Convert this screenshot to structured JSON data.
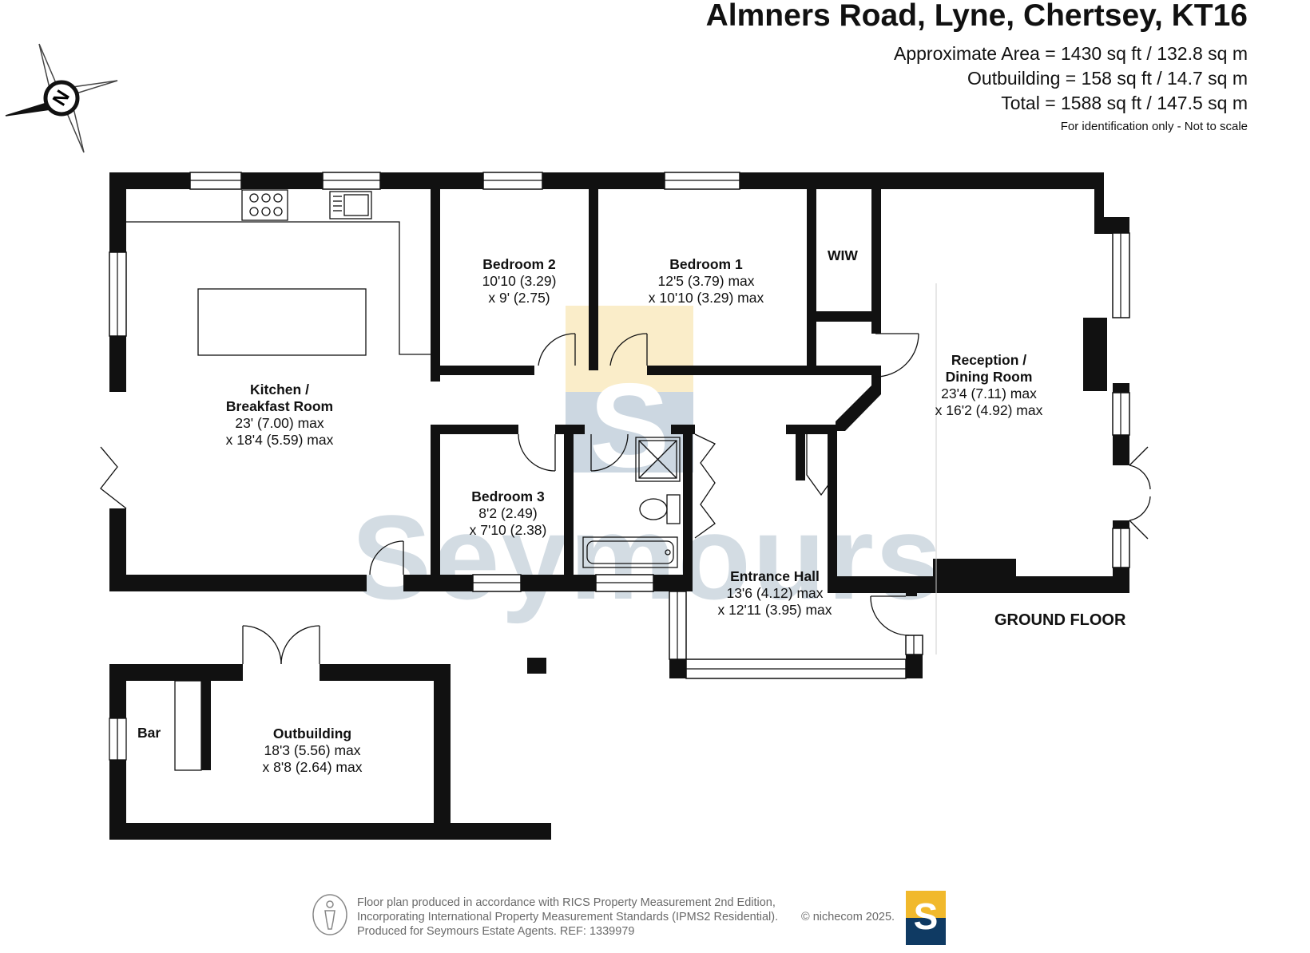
{
  "header": {
    "title": "Almners Road, Lyne, Chertsey, KT16",
    "area_lines": [
      "Approximate Area = 1430 sq ft / 132.8 sq m",
      "Outbuilding = 158 sq ft / 14.7 sq m",
      "Total = 1588 sq ft / 147.5 sq m"
    ],
    "note": "For identification only - Not to scale"
  },
  "compass": {
    "letter": "N",
    "icon": "compass-rose-icon"
  },
  "rooms": {
    "kitchen": {
      "name_line1": "Kitchen /",
      "name_line2": "Breakfast Room",
      "dim1": "23' (7.00) max",
      "dim2": "x 18'4 (5.59) max"
    },
    "bedroom2": {
      "name": "Bedroom 2",
      "dim1": "10'10 (3.29)",
      "dim2": "x 9' (2.75)"
    },
    "bedroom1": {
      "name": "Bedroom 1",
      "dim1": "12'5 (3.79) max",
      "dim2": "x 10'10 (3.29) max"
    },
    "wiw": {
      "name": "WIW"
    },
    "reception": {
      "name_line1": "Reception /",
      "name_line2": "Dining Room",
      "dim1": "23'4 (7.11) max",
      "dim2": "x 16'2 (4.92) max"
    },
    "bedroom3": {
      "name": "Bedroom 3",
      "dim1": "8'2 (2.49)",
      "dim2": "x 7'10 (2.38)"
    },
    "entrance": {
      "name": "Entrance Hall",
      "dim1": "13'6 (4.12) max",
      "dim2": "x 12'11 (3.95) max"
    },
    "outbuilding": {
      "name": "Outbuilding",
      "dim1": "18'3 (5.56) max",
      "dim2": "x 8'8 (2.64) max"
    },
    "bar": {
      "name": "Bar"
    }
  },
  "floor_label": "GROUND FLOOR",
  "watermark": "Seymours",
  "footer": {
    "lines": [
      "Floor plan produced in accordance with RICS Property Measurement 2nd Edition,",
      "Incorporating International Property Measurement Standards (IPMS2 Residential).",
      "Produced for Seymours Estate Agents.   REF: 1339979"
    ],
    "copyright": "© nichecom 2025.",
    "logo_letter": "S"
  },
  "colors": {
    "wall": "#111111",
    "watermark": "#9fb2c2",
    "logo_navy": "#0f3a63",
    "logo_gold": "#f1b92c"
  }
}
